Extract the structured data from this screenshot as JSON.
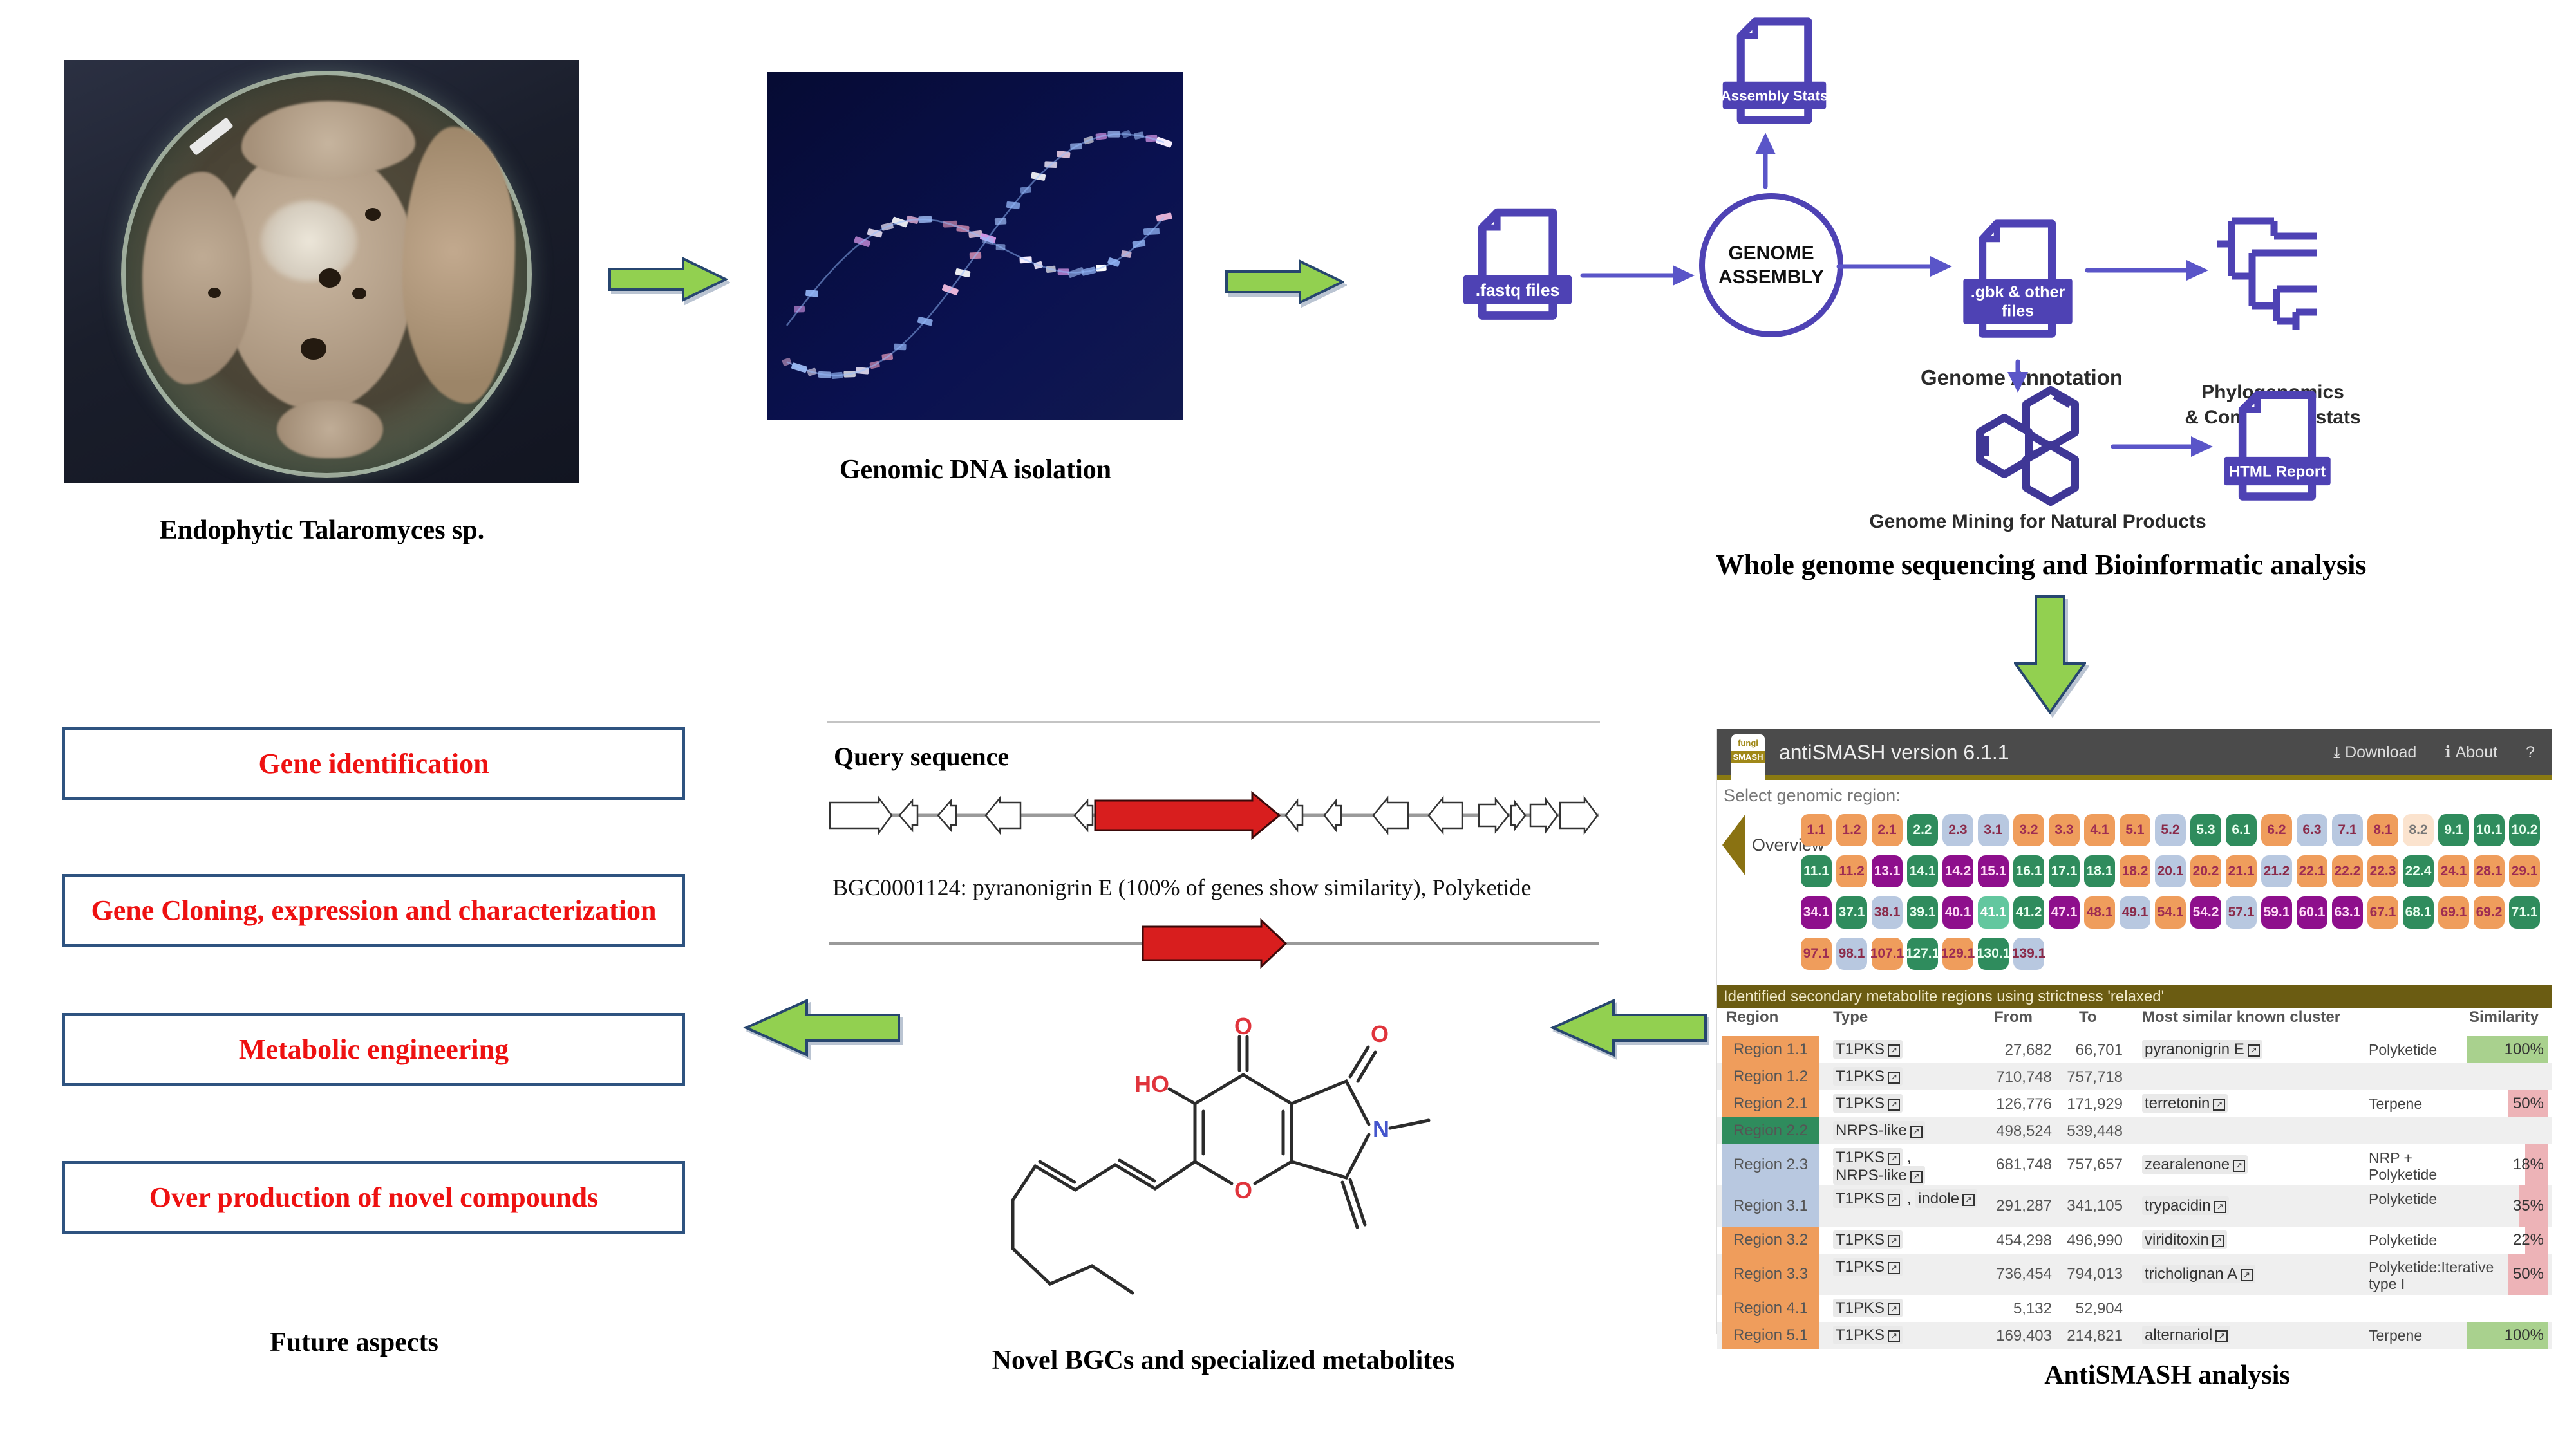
{
  "labels": {
    "petri": "Endophytic Talaromyces sp.",
    "dna": "Genomic DNA isolation",
    "wgs": "Whole genome sequencing and Bioinformatic analysis",
    "antismash": "AntiSMASH analysis",
    "novel": "Novel BGCs and specialized metabolites",
    "future": "Future aspects"
  },
  "workflow": {
    "fastq": ".fastq files",
    "assembly_stats": "Assembly Stats",
    "genome_assembly_line1": "GENOME",
    "genome_assembly_line2": "ASSEMBLY",
    "gbk_line1": ".gbk & other",
    "gbk_line2": "files",
    "genome_annotation": "Genome Annotation",
    "phylo_line1": "Phylogenomics",
    "phylo_line2": "& Completion stats",
    "genome_mining": "Genome Mining for Natural Products",
    "html_report": "HTML Report"
  },
  "future_boxes": [
    "Gene identification",
    "Gene Cloning, expression and characterization",
    "Metabolic engineering",
    "Over production of novel compounds"
  ],
  "query": {
    "title": "Query sequence",
    "bgc": "BGC0001124: pyranonigrin E (100% of genes show similarity), Polyketide"
  },
  "molecule": {
    "ho": "HO",
    "o_top": "O",
    "o_right": "O",
    "o_ring": "O",
    "n": "N"
  },
  "antismash": {
    "header": {
      "title": "antiSMASH version 6.1.1",
      "logo_top": "fungi",
      "logo_bottom": "SMASH",
      "menu": [
        "Download",
        "About"
      ],
      "help": "?"
    },
    "select_label": "Select genomic region:",
    "overview": "Overview",
    "strictness": "Identified secondary metabolite regions using strictness 'relaxed'",
    "region_rows": [
      [
        [
          "1.1",
          "o"
        ],
        [
          "1.2",
          "o"
        ],
        [
          "2.1",
          "o"
        ],
        [
          "2.2",
          "g"
        ],
        [
          "2.3",
          "b"
        ],
        [
          "3.1",
          "b"
        ],
        [
          "3.2",
          "o"
        ],
        [
          "3.3",
          "o"
        ],
        [
          "4.1",
          "o"
        ],
        [
          "5.1",
          "o"
        ],
        [
          "5.2",
          "b"
        ],
        [
          "5.3",
          "g"
        ],
        [
          "6.1",
          "g"
        ],
        [
          "6.2",
          "o"
        ],
        [
          "6.3",
          "b"
        ],
        [
          "7.1",
          "b"
        ],
        [
          "8.1",
          "o"
        ],
        [
          "8.2",
          "c"
        ],
        [
          "9.1",
          "g"
        ],
        [
          "10.1",
          "g"
        ],
        [
          "10.2",
          "g"
        ]
      ],
      [
        [
          "11.1",
          "g"
        ],
        [
          "11.2",
          "o"
        ],
        [
          "13.1",
          "p"
        ],
        [
          "14.1",
          "g"
        ],
        [
          "14.2",
          "p"
        ],
        [
          "15.1",
          "p"
        ],
        [
          "16.1",
          "g"
        ],
        [
          "17.1",
          "g"
        ],
        [
          "18.1",
          "g"
        ],
        [
          "18.2",
          "o"
        ],
        [
          "20.1",
          "b"
        ],
        [
          "20.2",
          "o"
        ],
        [
          "21.1",
          "o"
        ],
        [
          "21.2",
          "b"
        ],
        [
          "22.1",
          "o"
        ],
        [
          "22.2",
          "o"
        ],
        [
          "22.3",
          "o"
        ],
        [
          "22.4",
          "g"
        ],
        [
          "24.1",
          "o"
        ],
        [
          "28.1",
          "o"
        ],
        [
          "29.1",
          "o"
        ]
      ],
      [
        [
          "34.1",
          "p"
        ],
        [
          "37.1",
          "g"
        ],
        [
          "38.1",
          "b"
        ],
        [
          "39.1",
          "g"
        ],
        [
          "40.1",
          "p"
        ],
        [
          "41.1",
          "m"
        ],
        [
          "41.2",
          "g"
        ],
        [
          "47.1",
          "p"
        ],
        [
          "48.1",
          "o"
        ],
        [
          "49.1",
          "b"
        ],
        [
          "54.1",
          "o"
        ],
        [
          "54.2",
          "p"
        ],
        [
          "57.1",
          "b"
        ],
        [
          "59.1",
          "p"
        ],
        [
          "60.1",
          "p"
        ],
        [
          "63.1",
          "p"
        ],
        [
          "67.1",
          "o"
        ],
        [
          "68.1",
          "g"
        ],
        [
          "69.1",
          "o"
        ],
        [
          "69.2",
          "o"
        ],
        [
          "71.1",
          "g"
        ]
      ],
      [
        [
          "97.1",
          "o"
        ],
        [
          "98.1",
          "b"
        ],
        [
          "107.1",
          "o"
        ],
        [
          "127.1",
          "g"
        ],
        [
          "129.1",
          "o"
        ],
        [
          "130.1",
          "g"
        ],
        [
          "139.1",
          "b"
        ]
      ]
    ],
    "table": {
      "headers": [
        "Region",
        "Type",
        "From",
        "To",
        "Most similar known cluster",
        "Similarity"
      ],
      "rows": [
        {
          "region": "Region 1.1",
          "rc": "o",
          "types": [
            "T1PKS"
          ],
          "from": "27,682",
          "to": "66,701",
          "clusters": [
            "pyranonigrin E"
          ],
          "ptype": "Polyketide",
          "sim": "100%",
          "simc": "green",
          "pct": 100
        },
        {
          "region": "Region 1.2",
          "rc": "o",
          "types": [
            "T1PKS"
          ],
          "from": "710,748",
          "to": "757,718",
          "clusters": [],
          "ptype": "",
          "sim": "",
          "simc": "",
          "pct": 0
        },
        {
          "region": "Region 2.1",
          "rc": "o",
          "types": [
            "T1PKS"
          ],
          "from": "126,776",
          "to": "171,929",
          "clusters": [
            "terretonin"
          ],
          "ptype": "Terpene",
          "sim": "50%",
          "simc": "pink",
          "pct": 50
        },
        {
          "region": "Region 2.2",
          "rc": "g",
          "types": [
            "NRPS-like"
          ],
          "from": "498,524",
          "to": "539,448",
          "clusters": [],
          "ptype": "",
          "sim": "",
          "simc": "",
          "pct": 0
        },
        {
          "region": "Region 2.3",
          "rc": "b",
          "types": [
            "T1PKS",
            "NRPS-like"
          ],
          "from": "681,748",
          "to": "757,657",
          "clusters": [
            "zearalenone"
          ],
          "ptype": "NRP + Polyketide",
          "sim": "18%",
          "simc": "pink",
          "pct": 18
        },
        {
          "region": "Region 3.1",
          "rc": "b",
          "types": [
            "T1PKS",
            "indole"
          ],
          "from": "291,287",
          "to": "341,105",
          "clusters": [
            "trypacidin"
          ],
          "ptype": "Polyketide",
          "sim": "35%",
          "simc": "pink",
          "pct": 35
        },
        {
          "region": "Region 3.2",
          "rc": "o",
          "types": [
            "T1PKS"
          ],
          "from": "454,298",
          "to": "496,990",
          "clusters": [
            "viriditoxin"
          ],
          "ptype": "Polyketide",
          "sim": "22%",
          "simc": "pink",
          "pct": 22
        },
        {
          "region": "Region 3.3",
          "rc": "o",
          "types": [
            "T1PKS"
          ],
          "from": "736,454",
          "to": "794,013",
          "clusters": [
            "tricholignan A"
          ],
          "ptype": "Polyketide:Iterative type I",
          "sim": "50%",
          "simc": "pink",
          "pct": 50
        },
        {
          "region": "Region 4.1",
          "rc": "o",
          "types": [
            "T1PKS"
          ],
          "from": "5,132",
          "to": "52,904",
          "clusters": [],
          "ptype": "",
          "sim": "",
          "simc": "",
          "pct": 0
        },
        {
          "region": "Region 5.1",
          "rc": "o",
          "types": [
            "T1PKS"
          ],
          "from": "169,403",
          "to": "214,821",
          "clusters": [
            "alternariol"
          ],
          "ptype": "Terpene",
          "sim": "100%",
          "simc": "green",
          "pct": 100
        }
      ]
    }
  },
  "colors": {
    "arrow_green": "#92d050",
    "arrow_outline": "#27466f",
    "indigo": "#4e42b4",
    "workflow_arrow": "#5a55c8",
    "box_border": "#2e5380",
    "box_text": "#ee1111",
    "region_orange": "#EF9D5C",
    "region_green": "#2F8C5D",
    "region_blue": "#B8C8E0",
    "region_purple": "#8E0F8C",
    "region_mint": "#63C79F",
    "region_cream": "#FBE3CE",
    "sim_green": "#a9d18e",
    "sim_pink": "#edb3b7",
    "strict_olive": "#6b5c12",
    "gene_red": "#d81e1e"
  }
}
